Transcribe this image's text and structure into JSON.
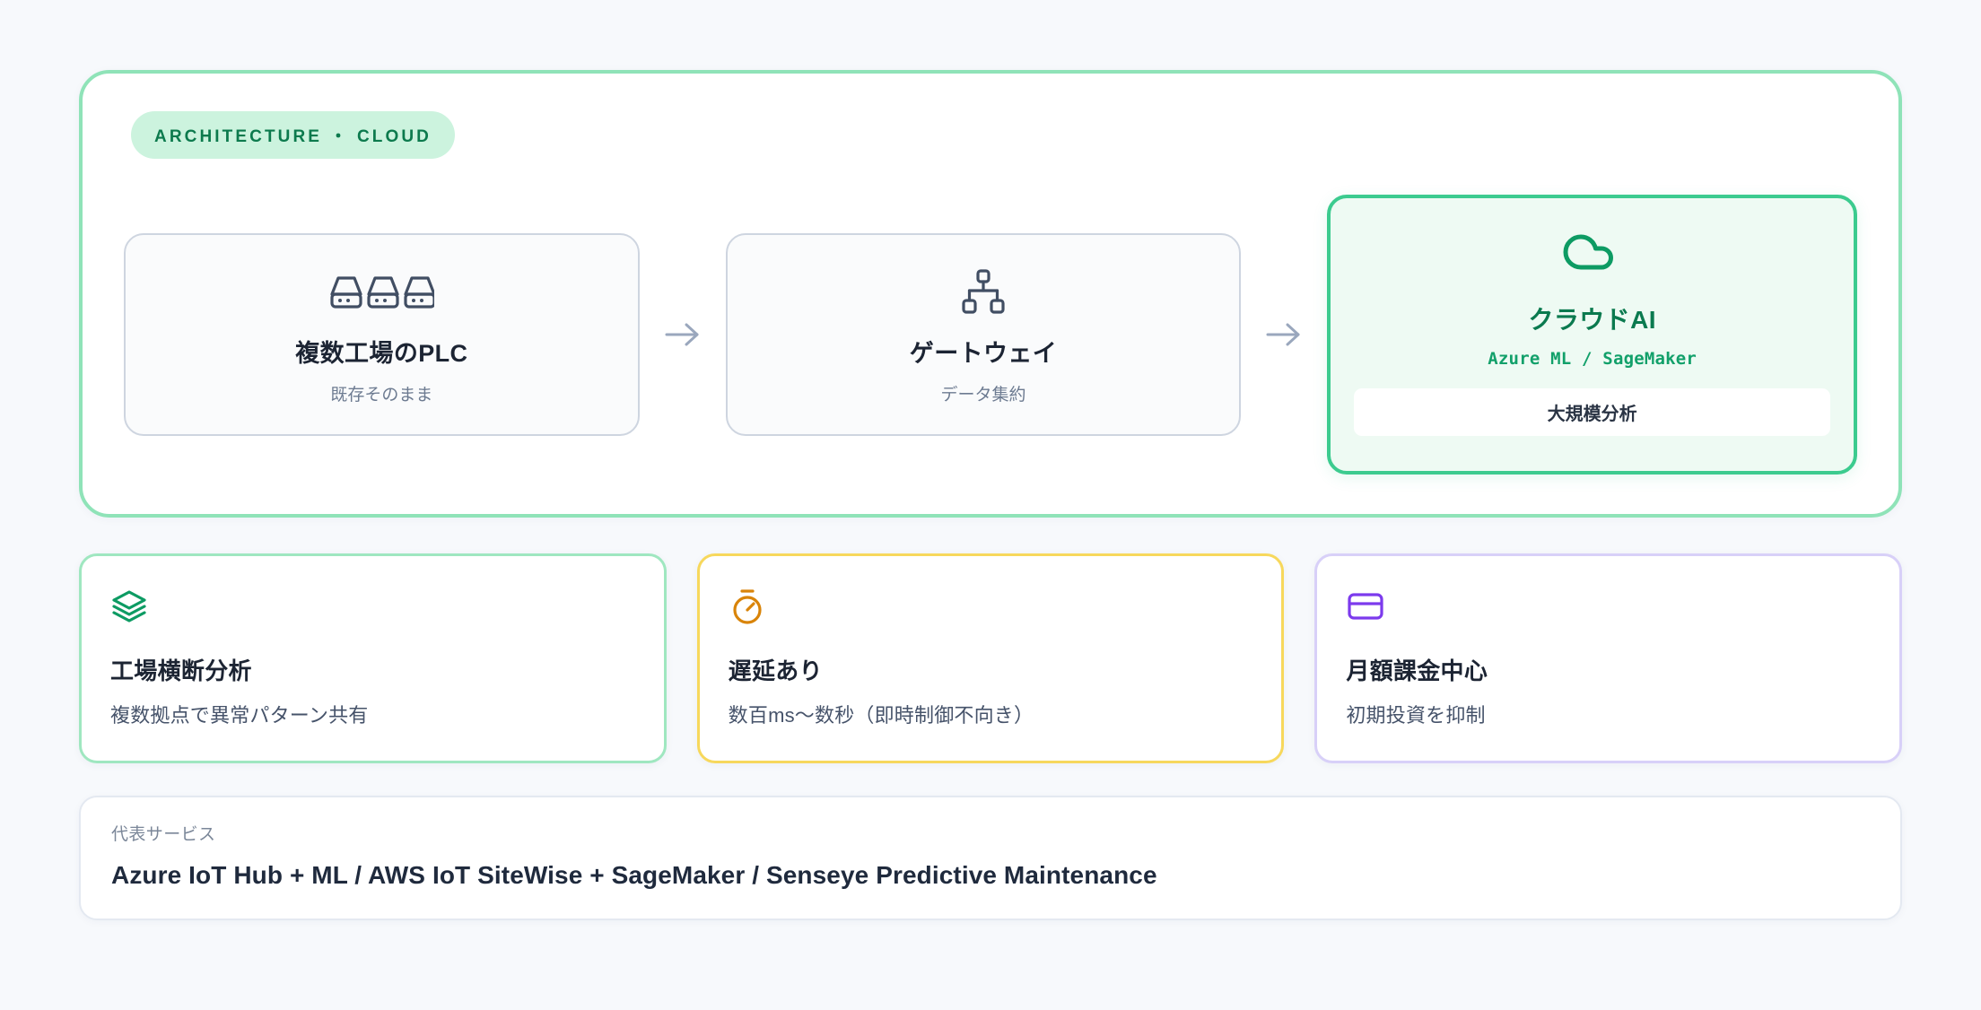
{
  "architecture": {
    "badge": "ARCHITECTURE ・ CLOUD",
    "accent_border": "#8fe3b8",
    "badge_bg": "#ccf3de",
    "badge_color": "#0c7a4d",
    "steps": [
      {
        "icon": "servers-icon",
        "title": "複数工場のPLC",
        "subtitle": "既存そのまま",
        "highlight": false
      },
      {
        "icon": "network-hierarchy-icon",
        "title": "ゲートウェイ",
        "subtitle": "データ集約",
        "highlight": false
      },
      {
        "icon": "cloud-icon",
        "title": "クラウドAI",
        "subtitle": "Azure ML / SageMaker",
        "tag": "大規模分析",
        "highlight": true,
        "accent": "#3ccb8f"
      }
    ],
    "connector_icon": "arrow-right-icon"
  },
  "features": [
    {
      "icon": "layers-icon",
      "title": "工場横断分析",
      "subtitle": "複数拠点で異常パターン共有",
      "border": "#9fe7c0",
      "icon_color": "#0d9b63"
    },
    {
      "icon": "stopwatch-icon",
      "title": "遅延あり",
      "subtitle": "数百ms〜数秒（即時制御不向き）",
      "border": "#f7d85c",
      "icon_color": "#d98409"
    },
    {
      "icon": "credit-card-icon",
      "title": "月額課金中心",
      "subtitle": "初期投資を抑制",
      "border": "#d8d0f8",
      "icon_color": "#7c3aed"
    }
  ],
  "footer": {
    "label": "代表サービス",
    "value": "Azure IoT Hub + ML / AWS IoT SiteWise + SageMaker / Senseye Predictive Maintenance"
  }
}
